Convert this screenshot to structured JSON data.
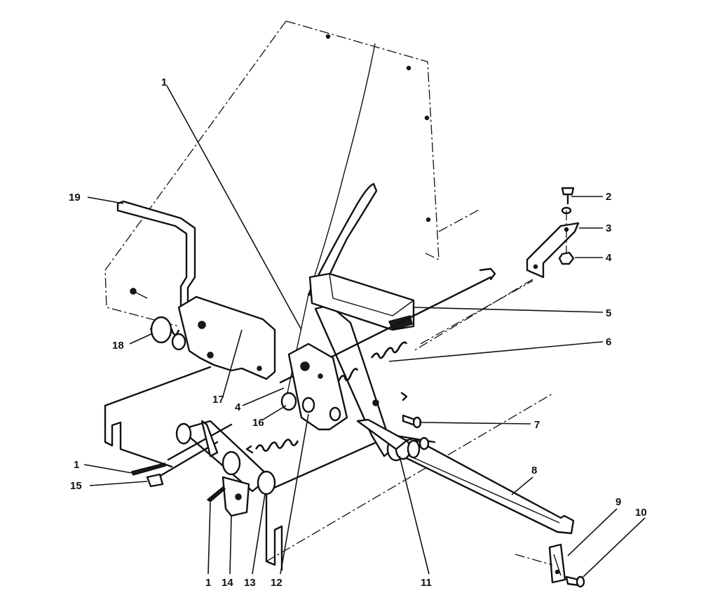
{
  "callouts": [
    {
      "id": "c1-top",
      "text": "1"
    },
    {
      "id": "c2",
      "text": "2"
    },
    {
      "id": "c3",
      "text": "3"
    },
    {
      "id": "c4-right",
      "text": "4"
    },
    {
      "id": "c5",
      "text": "5"
    },
    {
      "id": "c6",
      "text": "6"
    },
    {
      "id": "c7",
      "text": "7"
    },
    {
      "id": "c8",
      "text": "8"
    },
    {
      "id": "c9",
      "text": "9"
    },
    {
      "id": "c10",
      "text": "10"
    },
    {
      "id": "c11",
      "text": "11"
    },
    {
      "id": "c12",
      "text": "12"
    },
    {
      "id": "c13",
      "text": "13"
    },
    {
      "id": "c14",
      "text": "14"
    },
    {
      "id": "c1-bottom",
      "text": "1"
    },
    {
      "id": "c1-left",
      "text": "1"
    },
    {
      "id": "c15",
      "text": "15"
    },
    {
      "id": "c16",
      "text": "16"
    },
    {
      "id": "c4-left",
      "text": "4"
    },
    {
      "id": "c17",
      "text": "17"
    },
    {
      "id": "c18",
      "text": "18"
    },
    {
      "id": "c19",
      "text": "19"
    }
  ]
}
